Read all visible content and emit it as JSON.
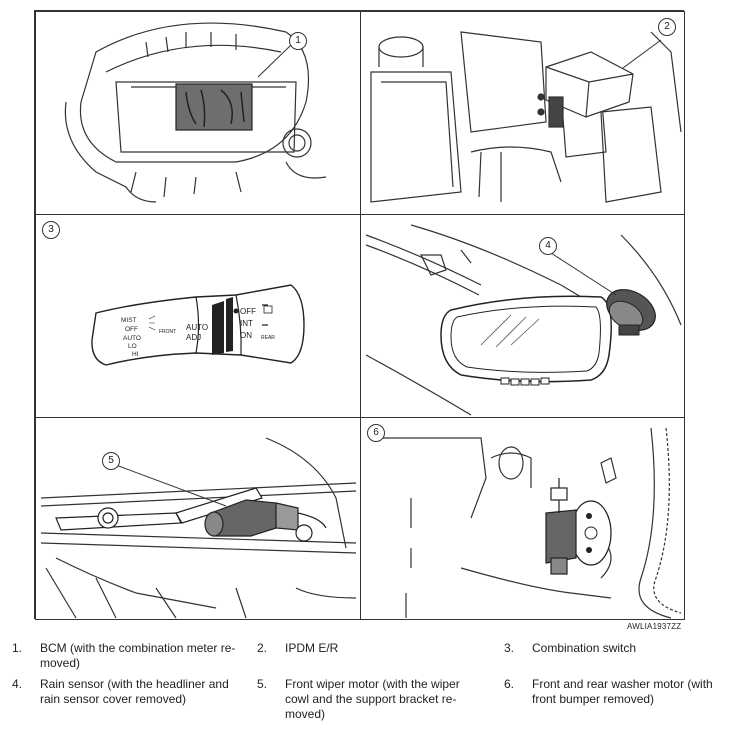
{
  "callouts": [
    "1",
    "2",
    "3",
    "4",
    "5",
    "6"
  ],
  "switch_labels": {
    "mist": "MIST",
    "off_left": "OFF",
    "auto_left": "AUTO",
    "lo": "LO",
    "hi": "HI",
    "front": "FRONT",
    "auto_adj_1": "AUTO",
    "auto_adj_2": "ADJ",
    "off_right": "OFF",
    "int": "INT",
    "on": "ON",
    "rear": "REAR"
  },
  "figure_code": "AWLIA1937ZZ",
  "legend": [
    {
      "num": "1.",
      "lines": [
        "BCM (with the combination meter re-",
        "moved)"
      ]
    },
    {
      "num": "2.",
      "lines": [
        "IPDM E/R"
      ]
    },
    {
      "num": "3.",
      "lines": [
        "Combination switch"
      ]
    },
    {
      "num": "4.",
      "lines": [
        "Rain sensor (with the headliner and",
        "rain sensor cover removed)"
      ]
    },
    {
      "num": "5.",
      "lines": [
        "Front wiper motor (with the wiper",
        "cowl and the support bracket re-",
        "moved)"
      ]
    },
    {
      "num": "6.",
      "lines": [
        "Front and rear washer motor (with",
        "front bumper removed)"
      ]
    }
  ]
}
